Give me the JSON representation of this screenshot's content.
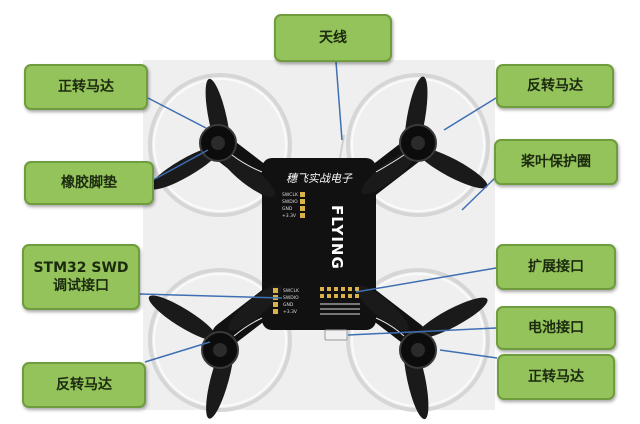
{
  "colors": {
    "callout_fill": "#93c35a",
    "callout_border": "#6f9c3c",
    "photo_background": "#efefef",
    "frame": "#111111",
    "propeller": "#1a1a1a",
    "prop_guard": "#f7f7f7",
    "leader_line": "#3f6fb3"
  },
  "board": {
    "brand_script": "穗飞实战电子",
    "logo": "FLYING",
    "swd_pins": [
      "SWCLK",
      "SWDIO",
      "GND",
      "+3.3V"
    ]
  },
  "labels": {
    "antenna": "天线",
    "motor_front_left": "正转马达",
    "motor_front_right": "反转马达",
    "rubber_foot_pad": "橡胶脚垫",
    "propeller_guard": "桨叶保护圈",
    "swd_interface": "STM32 SWD\n调试接口",
    "expansion_interface": "扩展接口",
    "battery_interface": "电池接口",
    "motor_rear_left": "反转马达",
    "motor_rear_right": "正转马达"
  }
}
